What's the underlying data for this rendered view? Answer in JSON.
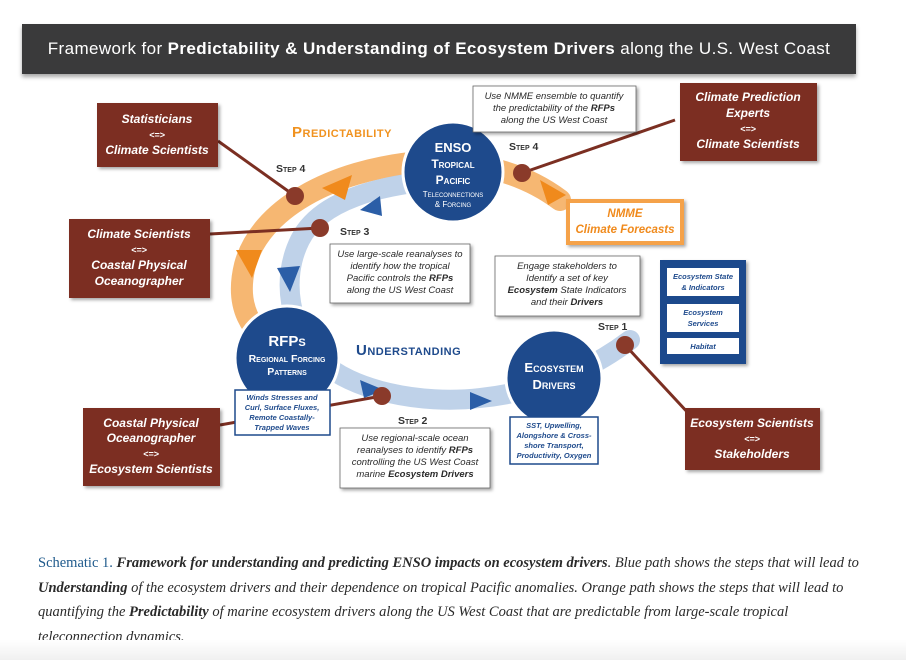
{
  "title": {
    "parts": [
      {
        "text": "Framework for ",
        "bold": false
      },
      {
        "text": "Predictability & Understanding of Ecosystem Drivers",
        "bold": true
      },
      {
        "text": " along the U.S. West Coast",
        "bold": false
      }
    ]
  },
  "colors": {
    "title_bg": "#3a3a3b",
    "maroon": "#7b2f22",
    "navy": "#1e4a8c",
    "orange": "#f5a24a",
    "orange_text": "#f0921f",
    "blue_path": "#b9cbe2",
    "arrow_blue": "#2b5ea7",
    "arrow_orange": "#f08a1c",
    "step_dot": "#8a3a2a",
    "understanding_text": "#1e4a8c"
  },
  "labels": {
    "predictability": "Predictability",
    "understanding": "Understanding"
  },
  "circles": {
    "enso": {
      "lines": [
        "ENSO",
        "Tropical",
        "Pacific"
      ],
      "sub": [
        "Teleconnections",
        "& Forcing"
      ]
    },
    "rfps": {
      "lines": [
        "RFPs",
        "Regional Forcing",
        "Patterns"
      ]
    },
    "ecosystem": {
      "lines": [
        "Ecosystem",
        "Drivers"
      ]
    }
  },
  "maroon_boxes": {
    "statisticians": [
      "Statisticians",
      "<=>",
      "Climate Scientists"
    ],
    "climate_prediction": [
      "Climate Prediction",
      "Experts",
      "<=>",
      "Climate Scientists"
    ],
    "climate_coastal": [
      "Climate Scientists",
      "<=>",
      "Coastal Physical",
      "Oceanographer"
    ],
    "coastal_ecosystem": [
      "Coastal Physical",
      "Oceanographer",
      "<=>",
      "Ecosystem Scientists"
    ],
    "ecosystem_stakeholders": [
      "Ecosystem Scientists",
      "<=>",
      "Stakeholders"
    ]
  },
  "nmme": [
    "NMME",
    "Climate Forecasts"
  ],
  "steps": {
    "step1": "Step 1",
    "step2": "Step 2",
    "step3": "Step 3",
    "step4_left": "Step 4",
    "step4_right": "Step 4"
  },
  "text_boxes": {
    "step4_desc": [
      [
        {
          "t": "Use NMME ensemble to quantify",
          "b": false
        }
      ],
      [
        {
          "t": "the predictability of the ",
          "b": false
        },
        {
          "t": "RFPs",
          "b": true
        }
      ],
      [
        {
          "t": "along the US West Coast",
          "b": false
        }
      ]
    ],
    "step3_desc": [
      [
        {
          "t": "Use large-scale reanalyses to",
          "b": false
        }
      ],
      [
        {
          "t": "identify how the tropical",
          "b": false
        }
      ],
      [
        {
          "t": "Pacific controls the ",
          "b": false
        },
        {
          "t": "RFPs",
          "b": true
        }
      ],
      [
        {
          "t": "along the US West Coast",
          "b": false
        }
      ]
    ],
    "step1_desc": [
      [
        {
          "t": "Engage stakeholders to",
          "b": false
        }
      ],
      [
        {
          "t": "Identify a set of key",
          "b": false
        }
      ],
      [
        {
          "t": "Ecosystem",
          "b": true
        },
        {
          "t": " State Indicators",
          "b": false
        }
      ],
      [
        {
          "t": "and their ",
          "b": false
        },
        {
          "t": "Drivers",
          "b": true
        }
      ]
    ],
    "step2_desc": [
      [
        {
          "t": "Use regional-scale ocean",
          "b": false
        }
      ],
      [
        {
          "t": "reanalyses to identify ",
          "b": false
        },
        {
          "t": "RFPs",
          "b": true
        }
      ],
      [
        {
          "t": "controlling the US West Coast",
          "b": false
        }
      ],
      [
        {
          "t": "marine ",
          "b": false
        },
        {
          "t": "Ecosystem Drivers",
          "b": true
        }
      ]
    ]
  },
  "blue_small_boxes": {
    "rfps_list": [
      "Winds Stresses and",
      "Curl, Surface Fluxes,",
      "Remote Coastally-",
      "Trapped Waves"
    ],
    "drivers_list": [
      "SST, Upwelling,",
      "Alongshore & Cross-",
      "shore Transport,",
      "Productivity, Oxygen"
    ]
  },
  "indicator_panel": {
    "items": [
      [
        "Ecosystem State",
        "& Indicators"
      ],
      [
        "Ecosystem",
        "Services"
      ],
      [
        "Habitat"
      ]
    ]
  },
  "caption": {
    "lead": "Schematic 1. ",
    "bold_italic": "Framework for understanding and predicting ENSO impacts on ecosystem drivers",
    "parts": [
      {
        "t": ". Blue path shows the steps that will lead to ",
        "b": false
      },
      {
        "t": "Understanding",
        "b": true
      },
      {
        "t": " of the ecosystem drivers and their dependence on tropical Pacific anomalies. Orange path shows the steps that will lead to quantifying the ",
        "b": false
      },
      {
        "t": "Predictability",
        "b": true
      },
      {
        "t": " of marine ecosystem drivers along the US West Coast that are predictable from large-scale tropical teleconnection dynamics.",
        "b": false
      }
    ]
  }
}
